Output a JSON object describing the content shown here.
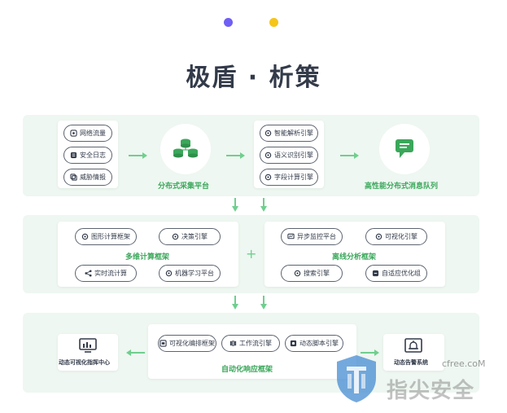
{
  "title": "极盾 · 析策",
  "colors": {
    "accent": "#3aa75a",
    "arrow": "#6fcf8e",
    "band": "#eef7f1",
    "dot_purple": "#6f5ff5",
    "dot_yellow": "#f5c518"
  },
  "row1": {
    "sources": [
      "网络流量",
      "安全日志",
      "威胁情报"
    ],
    "collection_label": "分布式采集平台",
    "engines": [
      "智能解析引擎",
      "语义识别引擎",
      "字段计算引擎"
    ],
    "queue_label": "高性能分布式消息队列"
  },
  "row2": {
    "multi": {
      "label": "多维计算框架",
      "items": [
        "图形计算框架",
        "决策引擎",
        "实时流计算",
        "机器学习平台"
      ]
    },
    "offline": {
      "label": "离线分析框架",
      "items": [
        "异步监控平台",
        "可视化引擎",
        "搜索引擎",
        "自适应优化组"
      ]
    }
  },
  "row3": {
    "left_label": "动态可视化指挥中心",
    "center_label": "自动化响应框架",
    "center_items": [
      "可视化编排框架",
      "工作流引擎",
      "动态脚本引擎"
    ],
    "right_label": "动态告警系统"
  },
  "watermark": {
    "text": "指尖安全",
    "url": "cfree.coM"
  }
}
